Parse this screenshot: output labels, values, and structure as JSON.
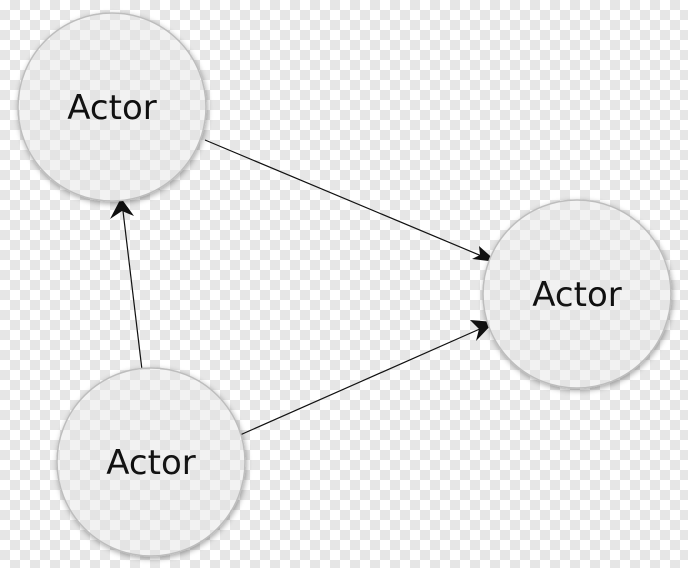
{
  "diagram": {
    "nodes": [
      {
        "id": "actor-top-left",
        "label": "Actor"
      },
      {
        "id": "actor-right",
        "label": "Actor"
      },
      {
        "id": "actor-bottom-left",
        "label": "Actor"
      }
    ],
    "edges": [
      {
        "from": "actor-top-left",
        "to": "actor-right"
      },
      {
        "from": "actor-bottom-left",
        "to": "actor-top-left"
      },
      {
        "from": "actor-bottom-left",
        "to": "actor-right"
      }
    ],
    "colors": {
      "node_fill": "#ededed",
      "node_stroke": "#bdbdbd",
      "edge": "#111111"
    }
  }
}
